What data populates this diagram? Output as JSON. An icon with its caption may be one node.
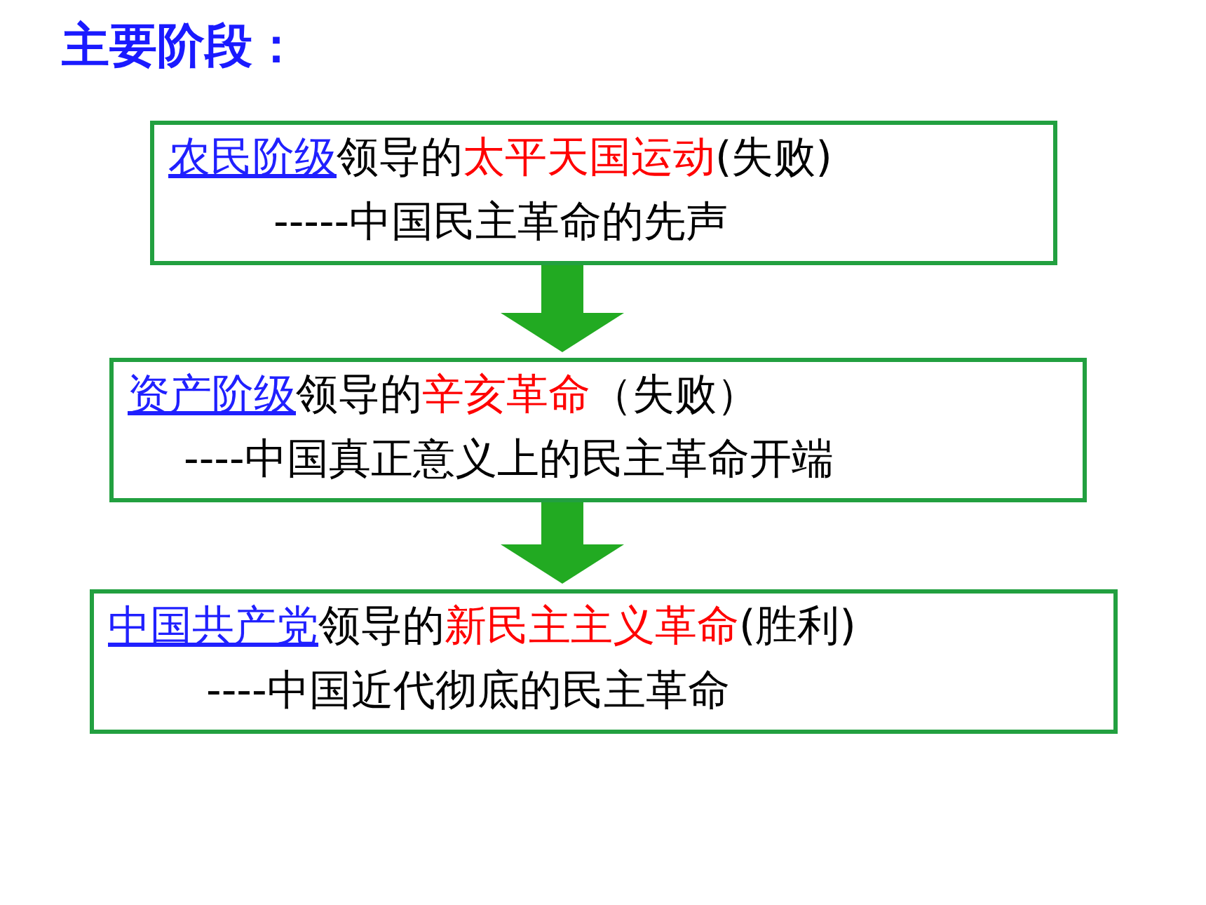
{
  "diagram": {
    "title": "主要阶段：",
    "nodes": [
      {
        "text": [
          "农民阶级",
          "领导的",
          "太平天国运动",
          "(失败)",
          "-----中国民主革命的先声"
        ]
      },
      {
        "text": [
          "资产阶级",
          "领导的",
          "辛亥革命",
          "（失败）",
          "----中国真正意义上的民主革命开端"
        ]
      },
      {
        "text": [
          "中国共产党",
          "领导的",
          "新民主主义革命",
          "(胜利)",
          "----中国近代彻底的民主革命"
        ]
      }
    ],
    "edges": [
      {
        "from": 0,
        "to": 1,
        "arrow": "to"
      },
      {
        "from": 1,
        "to": 2,
        "arrow": "to"
      }
    ]
  }
}
